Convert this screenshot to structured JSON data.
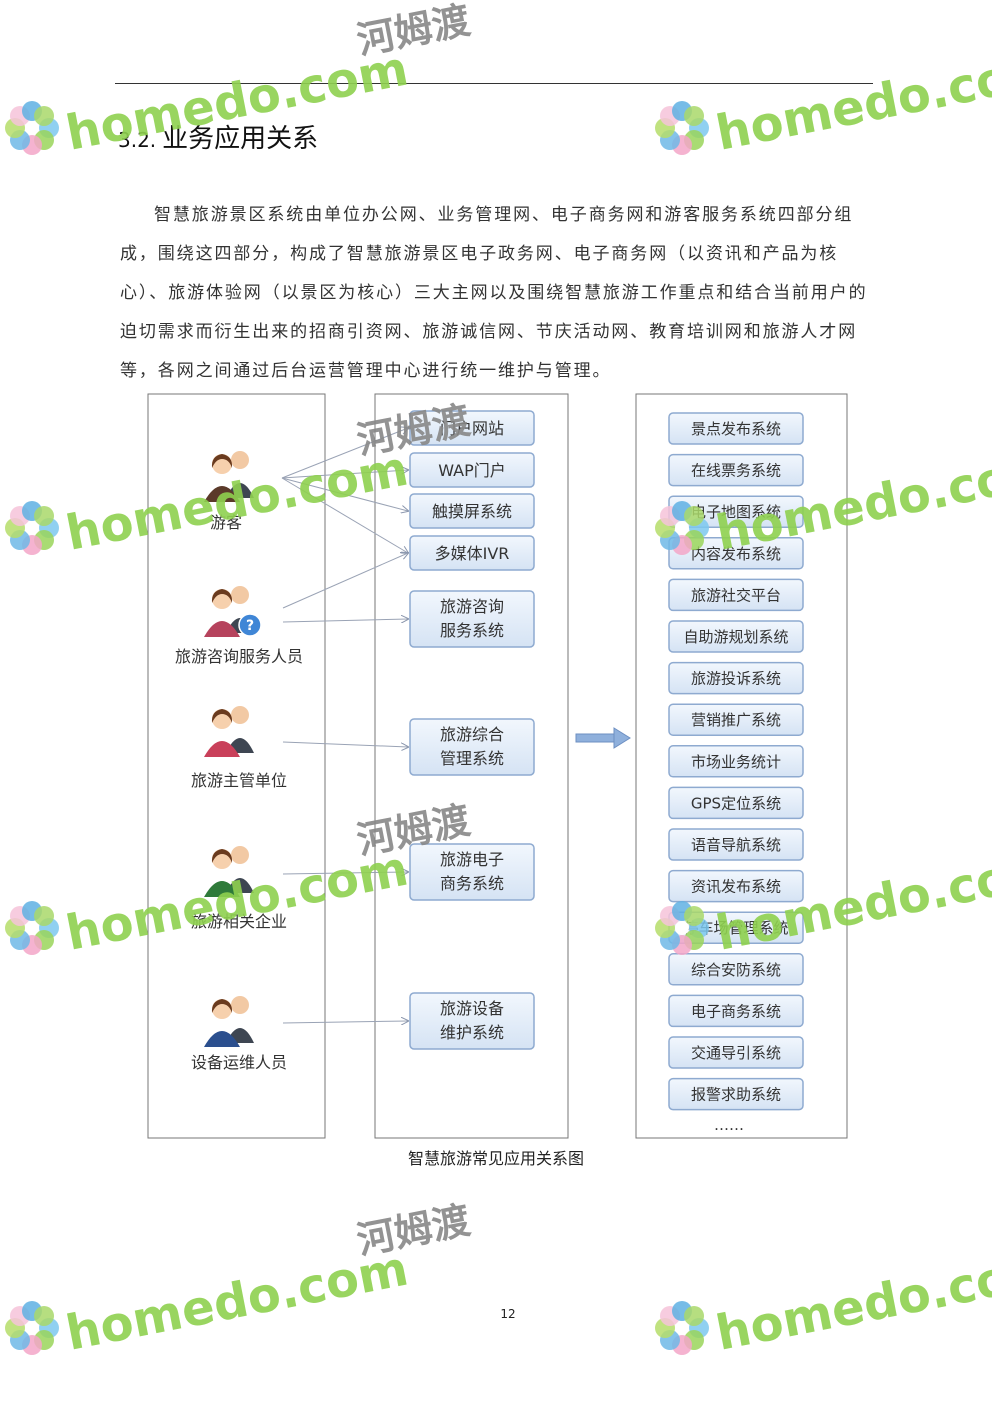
{
  "section": {
    "number": "3.2.",
    "title": "业务应用关系"
  },
  "paragraph": "智慧旅游景区系统由单位办公网、业务管理网、电子商务网和游客服务系统四部分组成，围绕这四部分，构成了智慧旅游景区电子政务网、电子商务网（以资讯和产品为核心）、旅游体验网（以景区为核心）三大主网以及围绕智慧旅游工作重点和结合当前用户的迫切需求而衍生出来的招商引资网、旅游诚信网、节庆活动网、教育培训网和旅游人才网等，各网之间通过后台运营管理中心进行统一维护与管理。",
  "diagram": {
    "users": [
      "游客",
      "旅游咨询服务人员",
      "旅游主管单位",
      "旅游相关企业",
      "设备运维人员"
    ],
    "middle_systems": [
      {
        "lines": [
          "门户网站"
        ]
      },
      {
        "lines": [
          "WAP门户"
        ]
      },
      {
        "lines": [
          "触摸屏系统"
        ]
      },
      {
        "lines": [
          "多媒体IVR"
        ]
      },
      {
        "lines": [
          "旅游咨询",
          "服务系统"
        ]
      },
      {
        "lines": [
          "旅游综合",
          "管理系统"
        ]
      },
      {
        "lines": [
          "旅游电子",
          "商务系统"
        ]
      },
      {
        "lines": [
          "旅游设备",
          "维护系统"
        ]
      }
    ],
    "right_systems": [
      "景点发布系统",
      "在线票务系统",
      "电子地图系统",
      "内容发布系统",
      "旅游社交平台",
      "自助游规划系统",
      "旅游投诉系统",
      "营销推广系统",
      "市场业务统计",
      "GPS定位系统",
      "语音导航系统",
      "资讯发布系统",
      "停车场管理系统",
      "综合安防系统",
      "电子商务系统",
      "交通导引系统",
      "报警求助系统"
    ],
    "ellipsis": "……",
    "colors": {
      "box_fill": "#dfeaf7",
      "box_border": "#8eaad0",
      "arrow": "#9aa9c4",
      "big_arrow": "#7f9fcf"
    }
  },
  "caption": "智慧旅游常见应用关系图",
  "page_number": "12",
  "watermark": {
    "brand": "homedo.com",
    "cn": "河姆渡",
    "color_green": "#8fd14f",
    "color_blue": "#4aa6e0"
  }
}
